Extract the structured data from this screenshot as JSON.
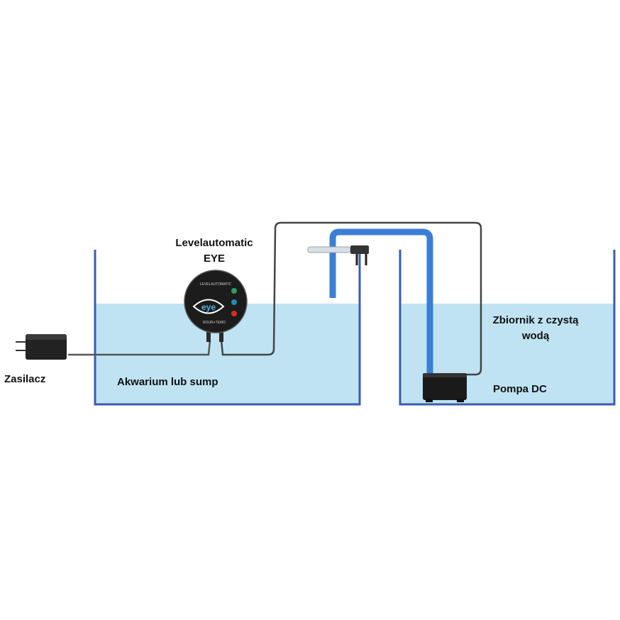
{
  "labels": {
    "controller_title_line1": "Levelautomatic",
    "controller_title_line2": "EYE",
    "power_supply": "Zasilacz",
    "aquarium": "Akwarium lub sump",
    "clean_tank_line1": "Zbiornik z czystą",
    "clean_tank_line2": "wodą",
    "pump": "Pompa DC"
  },
  "device": {
    "top_text": "LEVELAUTOMATIC",
    "logo_text": "eye",
    "bottom_text": "ROUR+TEMO",
    "led_colors": [
      "#2e9e5b",
      "#1a8fb0",
      "#d62b2b"
    ]
  },
  "colors": {
    "water": "#bfe3f3",
    "tank_wall": "#3a5cae",
    "hose": "#3b7fd4",
    "cable": "#444444",
    "device_body": "#1c1c1c"
  },
  "icons": {
    "power_adapter": "power-adapter-icon",
    "sensor": "sensor-clip-icon",
    "pump": "pump-icon"
  }
}
